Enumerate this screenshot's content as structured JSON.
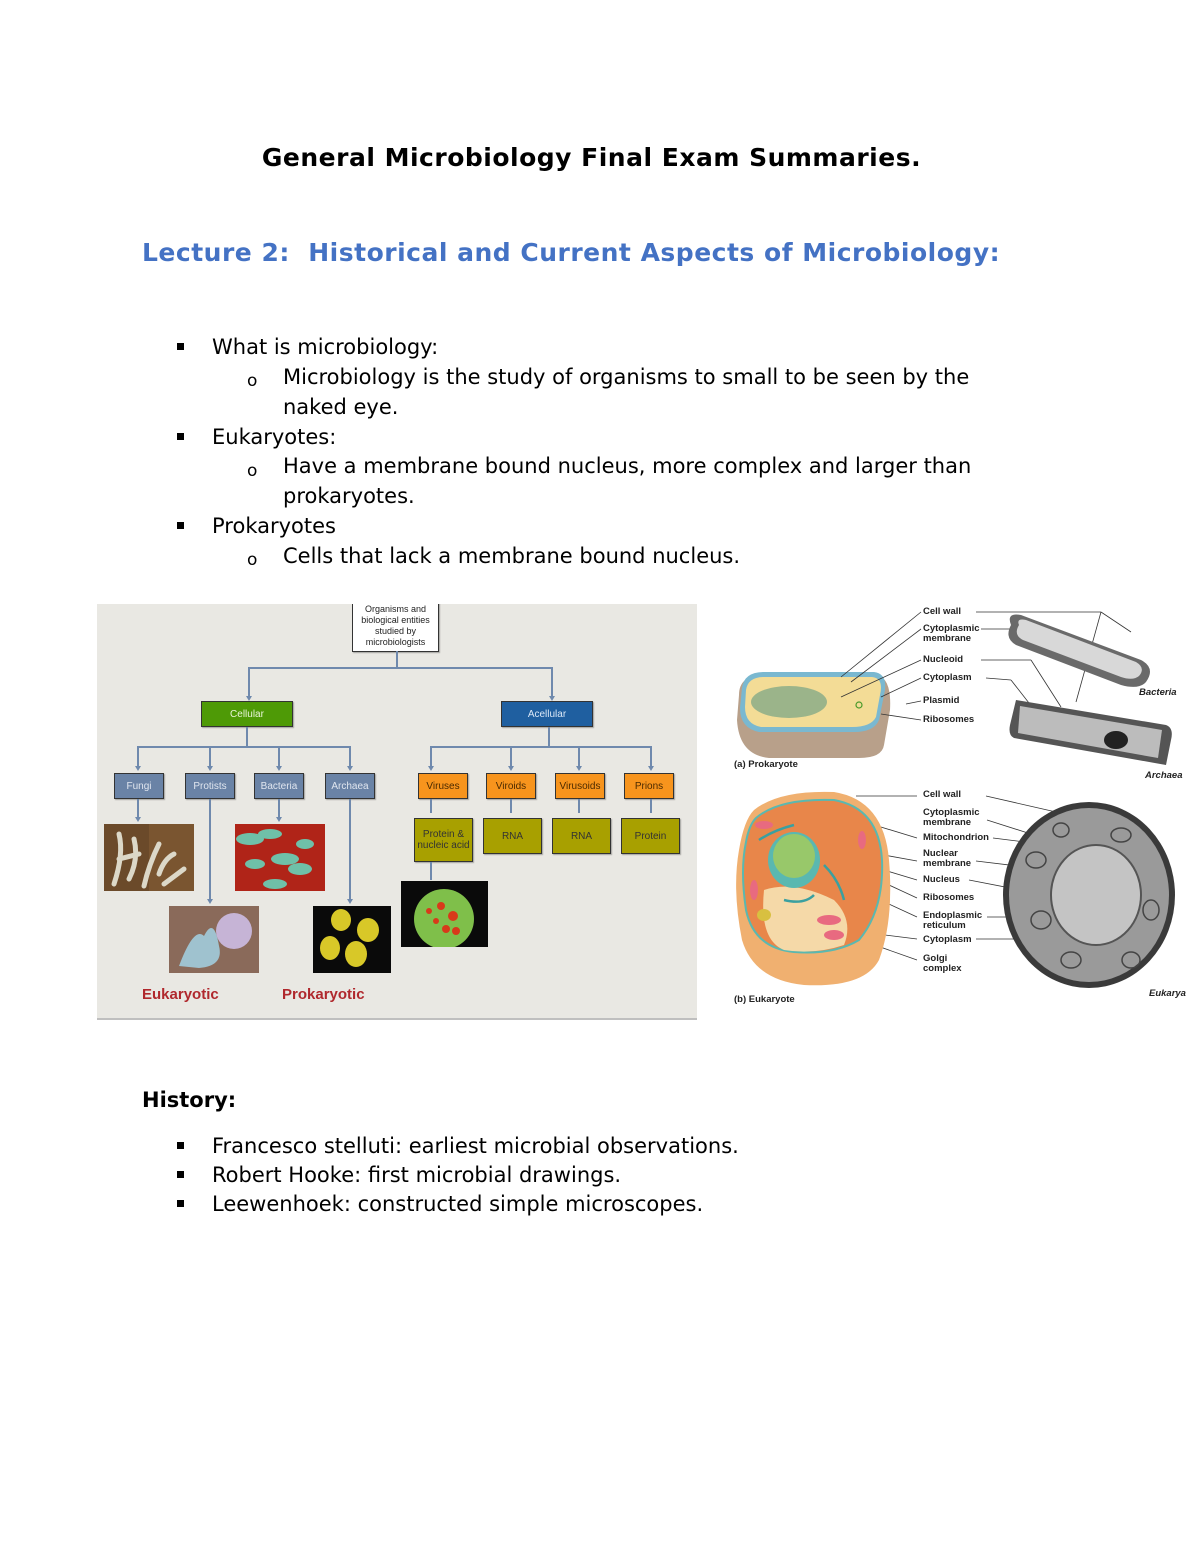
{
  "document": {
    "title": "General Microbiology Final Exam Summaries.",
    "lecture_heading": "Lecture 2:  Historical and Current Aspects of Microbiology:",
    "lecture_heading_color": "#4472c4",
    "intro_list": [
      {
        "text": "What is microbiology:",
        "sub": [
          "Microbiology is the study of organisms to small to be seen by the",
          "naked eye."
        ]
      },
      {
        "text": "Eukaryotes:",
        "sub": [
          "Have a membrane bound nucleus, more complex and larger than",
          "prokaryotes."
        ]
      },
      {
        "text": "Prokaryotes",
        "sub": [
          "Cells that lack a membrane bound nucleus."
        ]
      }
    ],
    "history_heading": "History:",
    "history_list": [
      "Francesco stelluti: earliest microbial observations.",
      "Robert Hooke: first microbial drawings.",
      "Leewenhoek: constructed simple microscopes."
    ]
  },
  "classification_diagram": {
    "root": "Organisms and biological entities studied by microbiologists",
    "cellular": "Cellular",
    "acellular": "Acellular",
    "cellular_children": [
      "Fungi",
      "Protists",
      "Bacteria",
      "Archaea"
    ],
    "acellular_children": [
      "Viruses",
      "Viroids",
      "Virusoids",
      "Prions"
    ],
    "acellular_composition": [
      "Protein & nucleic acid",
      "RNA",
      "RNA",
      "Protein"
    ],
    "group_labels": [
      "Eukaryotic",
      "Prokaryotic"
    ],
    "colors": {
      "cellular": "#4e9a06",
      "acellular": "#1f5fa0",
      "cell_group": "#6a83a6",
      "acell_group": "#f7941d",
      "composition": "#a8a000",
      "group_label": "#b0282d"
    }
  },
  "cell_figure": {
    "prokaryote_labels": [
      "Cell wall",
      "Cytoplasmic membrane",
      "Nucleoid",
      "Cytoplasm",
      "Plasmid",
      "Ribosomes"
    ],
    "prokaryote_caption": "(a) Prokaryote",
    "micrograph_labels_top": [
      "Bacteria",
      "Archaea"
    ],
    "eukaryote_labels": [
      "Cell wall",
      "Cytoplasmic membrane",
      "Mitochondrion",
      "Nuclear membrane",
      "Nucleus",
      "Ribosomes",
      "Endoplasmic reticulum",
      "Cytoplasm",
      "Golgi complex"
    ],
    "eukaryote_caption": "(b) Eukaryote",
    "micrograph_label_bottom": "Eukarya"
  }
}
